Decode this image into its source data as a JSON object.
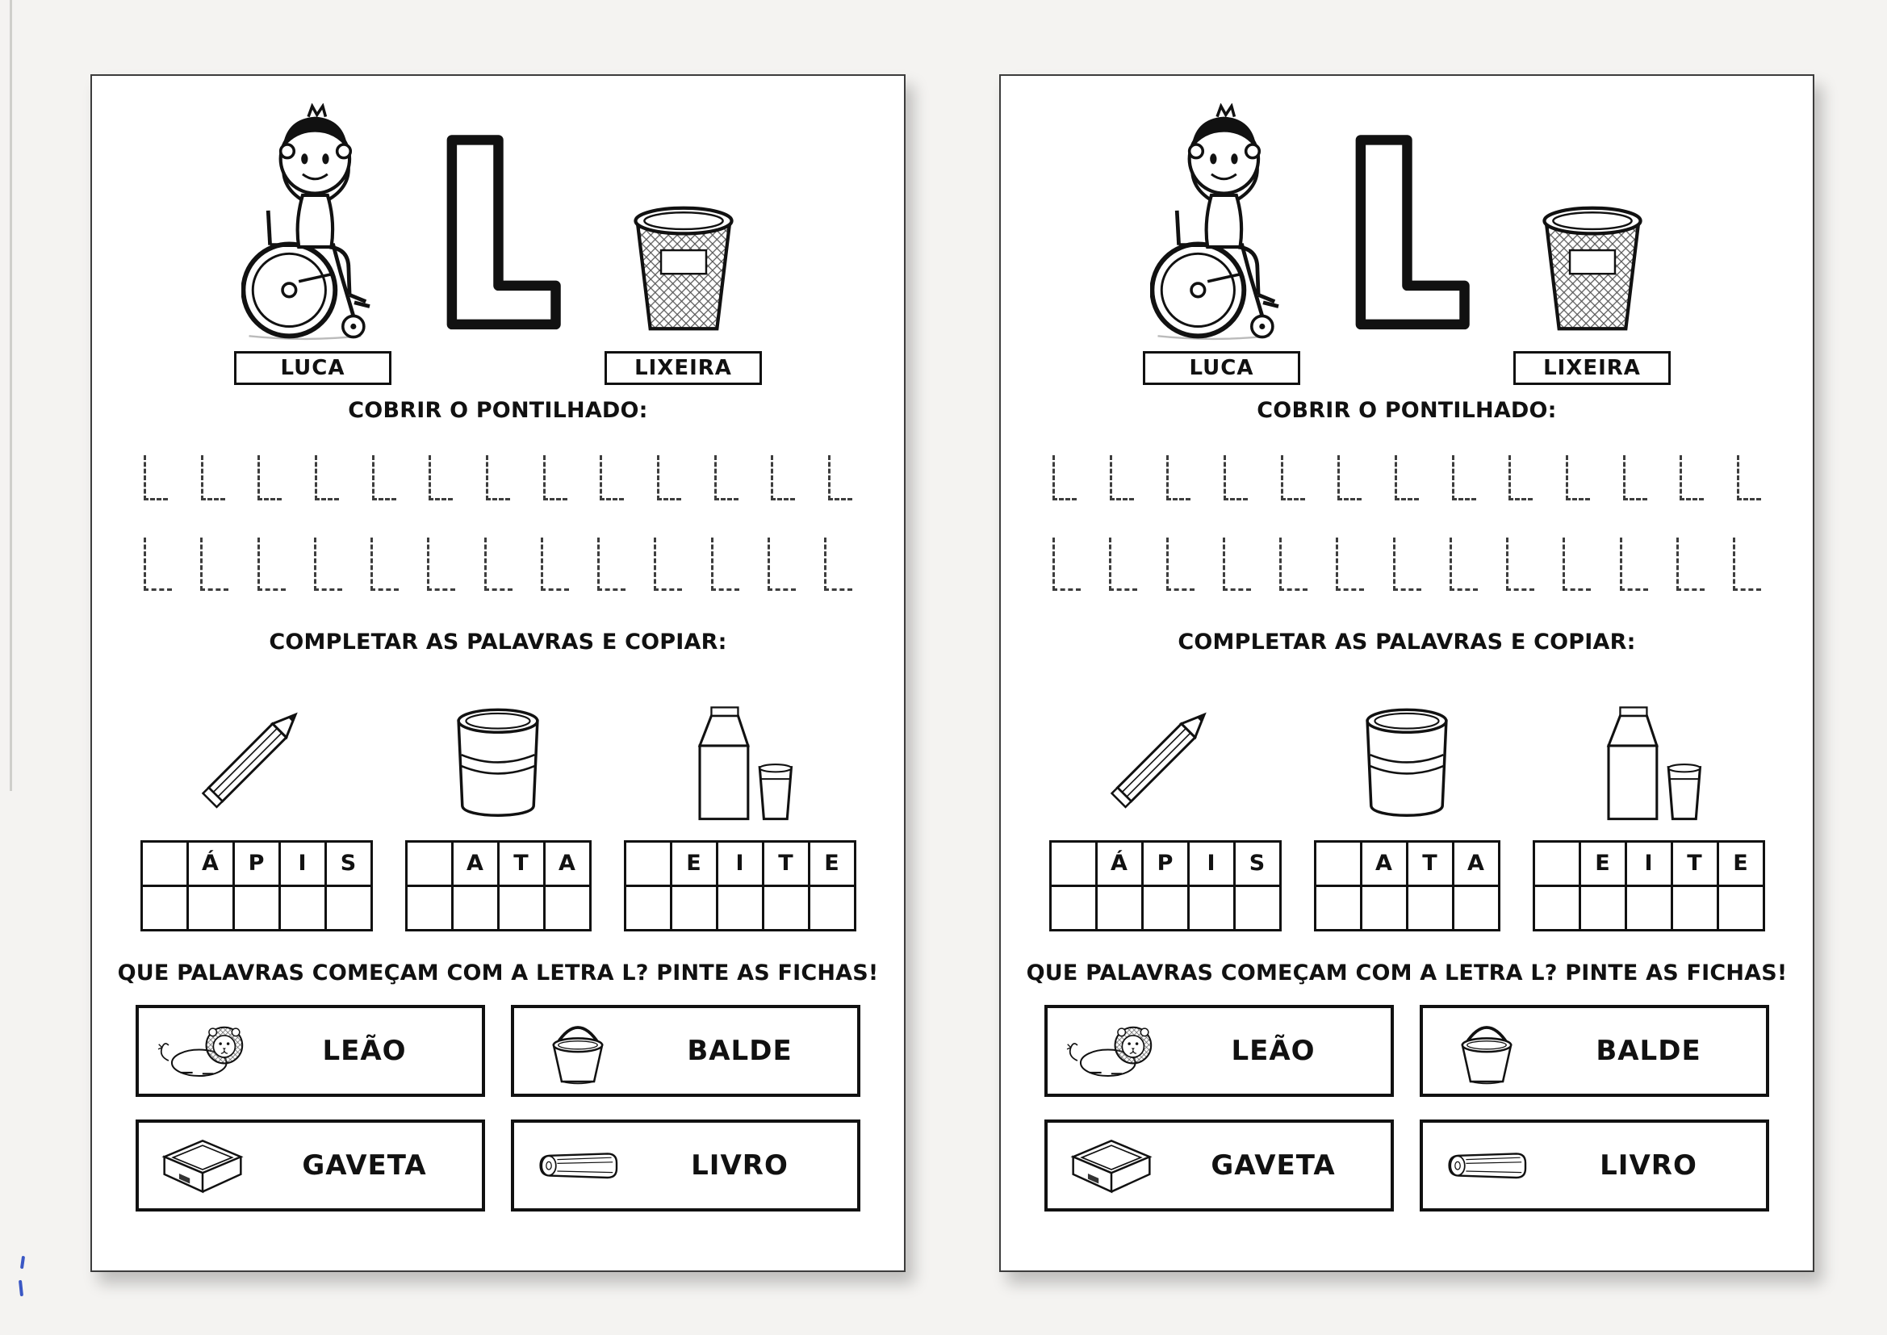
{
  "page": {
    "luca_label": "LUCA",
    "big_letter": "L",
    "lixeira_label": "LIXEIRA",
    "trace_title": "COBRIR O PONTILHADO:",
    "trace_rows": [
      {
        "letter": "L",
        "count": 13
      },
      {
        "letter": "L",
        "count": 13
      }
    ],
    "complete_title": "COMPLETAR AS PALAVRAS E COPIAR:",
    "words": [
      {
        "image": "pencil-image",
        "letters": [
          "",
          "Á",
          "P",
          "I",
          "S"
        ]
      },
      {
        "image": "can-image",
        "letters": [
          "",
          "A",
          "T",
          "A"
        ]
      },
      {
        "image": "milk-image",
        "letters": [
          "",
          "E",
          "I",
          "T",
          "E"
        ]
      }
    ],
    "paint_title": "QUE PALAVRAS COMEÇAM COM A LETRA L? PINTE AS FICHAS!",
    "cards": [
      {
        "label": "LEÃO",
        "image": "lion-image"
      },
      {
        "label": "BALDE",
        "image": "bucket-image"
      },
      {
        "label": "GAVETA",
        "image": "drawer-image"
      },
      {
        "label": "LIVRO",
        "image": "book-image"
      }
    ]
  },
  "copies_visible": 2,
  "colors": {
    "ink": "#111111",
    "paper": "#ffffff",
    "background": "#f4f3f1",
    "pen_mark": "#3a57c4"
  }
}
